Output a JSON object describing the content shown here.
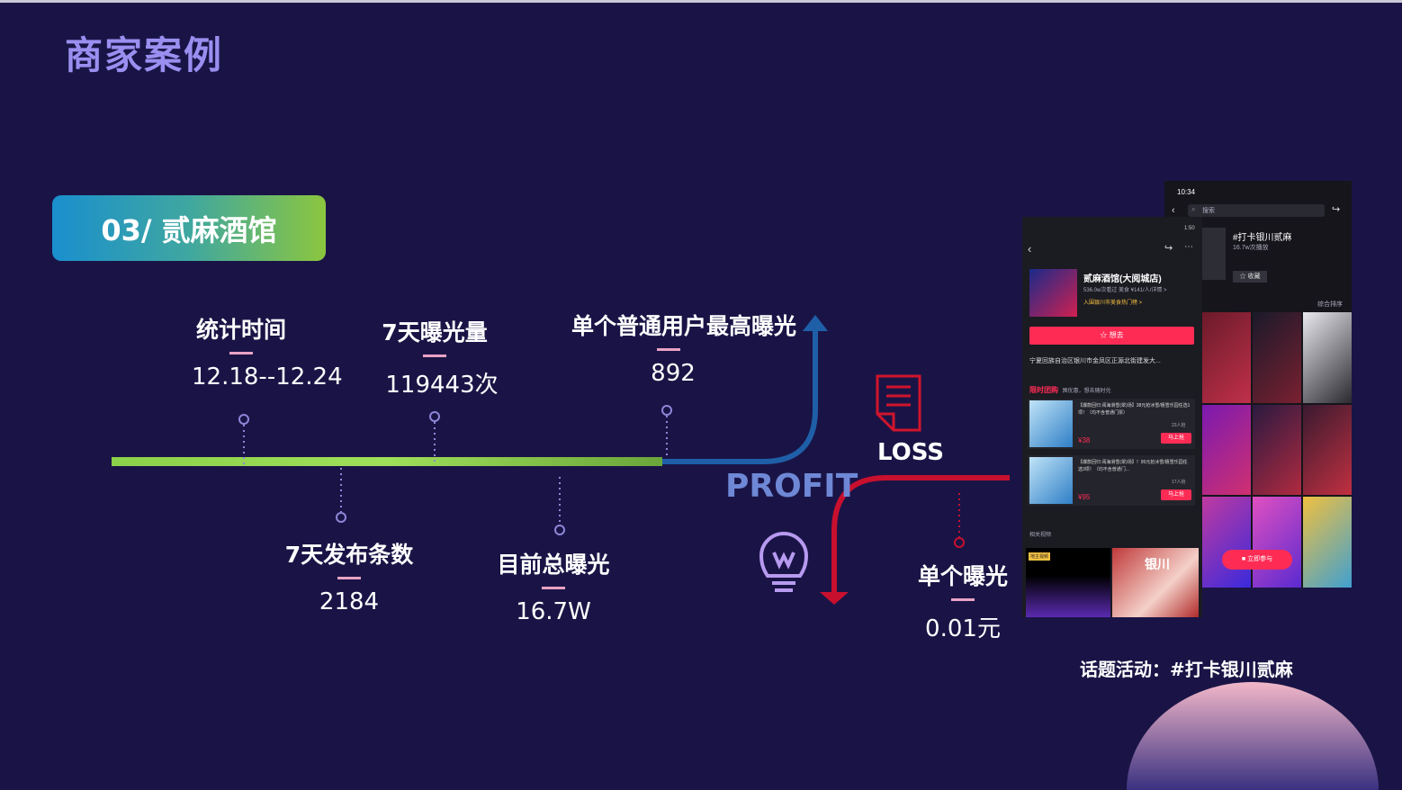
{
  "page": {
    "title": "商家案例",
    "case_badge": "03/ 贰麻酒馆",
    "hashtag_caption": "话题活动：#打卡银川贰麻"
  },
  "stats": {
    "period": {
      "label": "统计时间",
      "value": "12.18--12.24"
    },
    "exposure7": {
      "label": "7天曝光量",
      "value": "119443次"
    },
    "max_user": {
      "label": "单个普通用户最高曝光",
      "value": "892"
    },
    "posts7": {
      "label": "7天发布条数",
      "value": "2184"
    },
    "total": {
      "label": "目前总曝光",
      "value": "16.7W"
    },
    "single": {
      "label": "单个曝光",
      "value": "0.01元"
    }
  },
  "words": {
    "profit": "PROFIT",
    "loss": "LOSS"
  },
  "colors": {
    "background": "#1a1446",
    "title": "#9a8ff0",
    "profit": "#1f5fa8",
    "loss": "#d0142c",
    "timeline_green": "#8cd14a"
  },
  "phone_back": {
    "time": "10:34",
    "search_placeholder": "搜索",
    "topic": "#打卡银川贰麻",
    "topic_views": "16.7w次播放",
    "collect": "☆ 收藏",
    "sort": "综合排序",
    "join": "立即参与"
  },
  "phone_front": {
    "status": "1:50",
    "shop_name": "贰麻酒馆(大阅城店)",
    "shop_meta": "536.0w次看过  美食  ¥141/人/详情 >",
    "shop_rank": "入围银川市美食热门榜 >",
    "want": "☆ 想去",
    "address": "宁夏回族自治区银川市金凤区正源北街建发大...",
    "deal_title": "限时团购",
    "deal_sub": "囤优惠，想去随时兑",
    "deals": [
      {
        "text": "【爆款回归 阅海滑雪(翠)场】38元抢冰雪/嬉雪乐园任选1项！（均不含普通门票）",
        "sold": "23人抢",
        "price": "¥38",
        "btn": "马上抢"
      },
      {
        "text": "【爆款回归 阅海滑雪(翠)场】！95元抢冰雪/嬉雪乐园任选3项！（均不含普通门...",
        "sold": "17人抢",
        "price": "¥95",
        "btn": "马上抢"
      }
    ],
    "related": "相关视频",
    "video_tag": "地主视频",
    "video_text": "银川"
  }
}
